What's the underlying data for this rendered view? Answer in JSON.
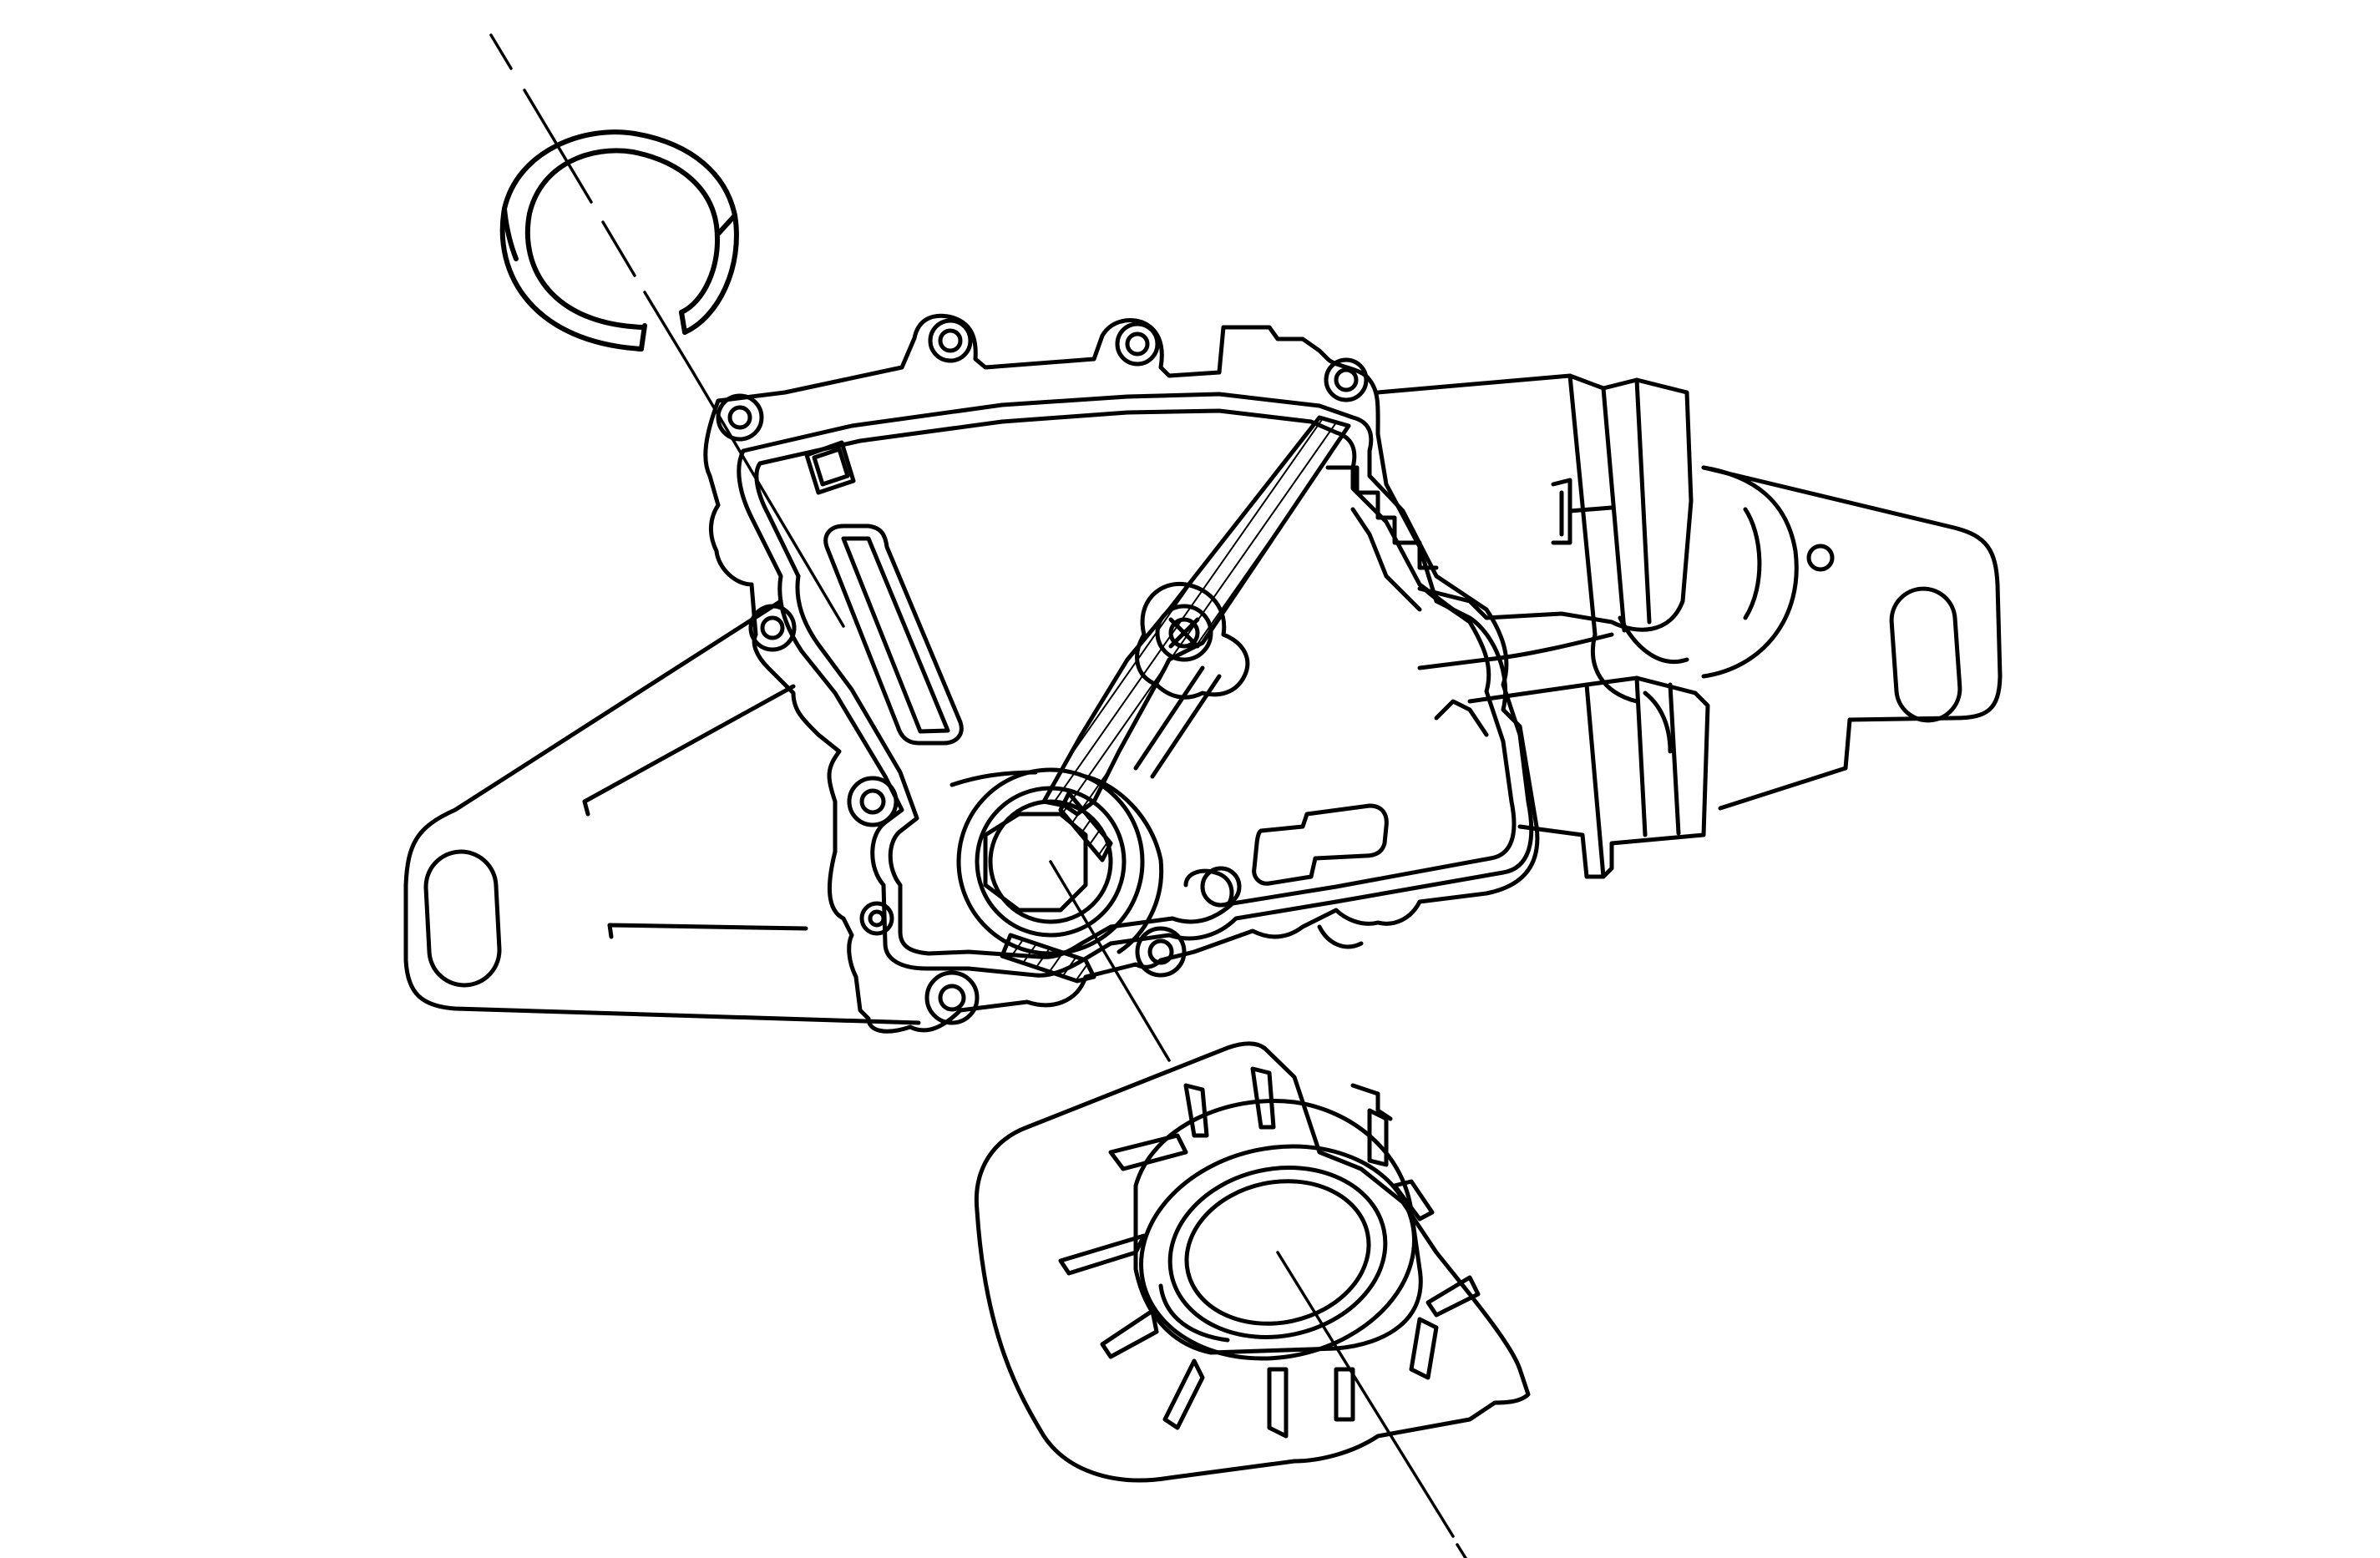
{
  "figure": {
    "kind": "exploded line drawing",
    "parts": [
      "retaining-ring",
      "switch-body",
      "mounting-bracket",
      "electrical-connector",
      "shaft-seal",
      "seal-installer"
    ],
    "colors": {
      "line": "#000000",
      "background": "#ffffff"
    }
  }
}
